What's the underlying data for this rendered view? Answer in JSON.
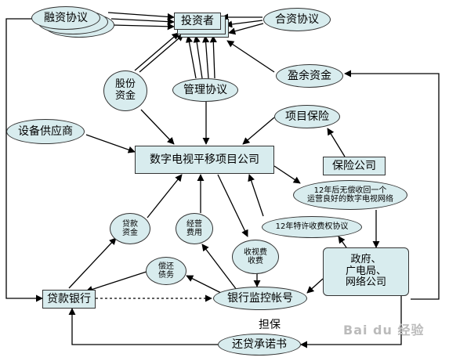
{
  "nodes": {
    "investor": "投资者",
    "financing": "融资协议",
    "jv": "合资协议",
    "equity": "股份\n资金",
    "mgmt": "管理协议",
    "surplus": "盈余资金",
    "equip": "设备供应商",
    "proj_ins": "项目保险",
    "company": "数字电视平移项目公司",
    "ins_co": "保险公司",
    "network12": "12年后无偿收回一个\n运营良好的数字电视网络",
    "charge12": "12年特许收费权协议",
    "loan_fund": "贷款\n资金",
    "op_cost": "经营\n费用",
    "fee": "收视费\n收费",
    "repay": "偿还\n债务",
    "gov": "政府、\n广电局、\n网络公司",
    "bank": "贷款银行",
    "monitor": "银行监控帐号",
    "guarantee": "担保",
    "commit": "还贷承诺书"
  },
  "watermark": "Bai du 经验"
}
